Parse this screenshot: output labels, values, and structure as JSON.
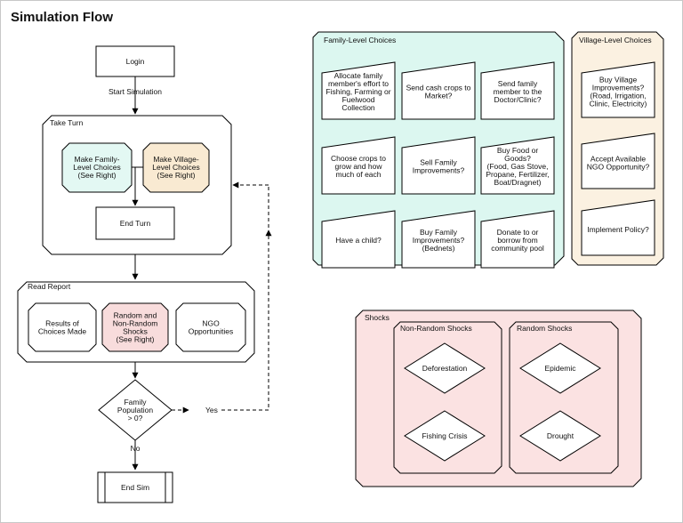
{
  "title": "Simulation Flow",
  "colors": {
    "stroke": "#000000",
    "family_panel": "#dcf7f0",
    "village_panel": "#fbf1e1",
    "shocks_panel": "#fbe2e2",
    "family_choice_box": "#e3f8f3",
    "village_choice_box": "#f9ead2",
    "random_box": "#f8dcdc",
    "white": "#ffffff"
  },
  "flow": {
    "login": "Login",
    "start_simulation": "Start Simulation",
    "take_turn": "Take Turn",
    "make_family": [
      "Make Family-",
      "Level Choices",
      "(See Right)"
    ],
    "make_village": [
      "Make Village-",
      "Level Choices",
      "(See Right)"
    ],
    "end_turn": "End Turn",
    "read_report": "Read Report",
    "results": [
      "Results of",
      "Choices Made"
    ],
    "random_shocks": [
      "Random and",
      "Non-Random",
      "Shocks",
      "(See Right)"
    ],
    "ngo": [
      "NGO",
      "Opportunities"
    ],
    "decision": [
      "Family",
      "Population",
      "> 0?"
    ],
    "yes": "Yes",
    "no": "No",
    "end_sim": "End Sim"
  },
  "family_choices": {
    "title": "Family-Level Choices",
    "items": [
      [
        "Allocate family",
        "member's effort to",
        "Fishing, Farming or",
        "Fuelwood",
        "Collection"
      ],
      [
        "Send cash crops to",
        "Market?"
      ],
      [
        "Send family",
        "member to the",
        "Doctor/Clinic?"
      ],
      [
        "Choose crops to",
        "grow and how",
        "much of each"
      ],
      [
        "Sell Family",
        "Improvements?"
      ],
      [
        "Buy Food or",
        "Goods?",
        "(Food, Gas Stove,",
        "Propane, Fertilizer,",
        "Boat/Dragnet)"
      ],
      [
        "Have a child?"
      ],
      [
        "Buy Family",
        "Improvements?",
        "(Bednets)"
      ],
      [
        "Donate to or",
        "borrow from",
        "community pool"
      ]
    ]
  },
  "village_choices": {
    "title": "Village-Level Choices",
    "items": [
      [
        "Buy Village",
        "Improvements?",
        "(Road, Irrigation,",
        "Clinic, Electricity)"
      ],
      [
        "Accept Available",
        "NGO Opportunity?"
      ],
      [
        "Implement Policy?"
      ]
    ]
  },
  "shocks": {
    "title": "Shocks",
    "non_random": {
      "title": "Non-Random Shocks",
      "items": [
        "Deforestation",
        "Fishing Crisis"
      ]
    },
    "random": {
      "title": "Random Shocks",
      "items": [
        "Epidemic",
        "Drought"
      ]
    }
  }
}
